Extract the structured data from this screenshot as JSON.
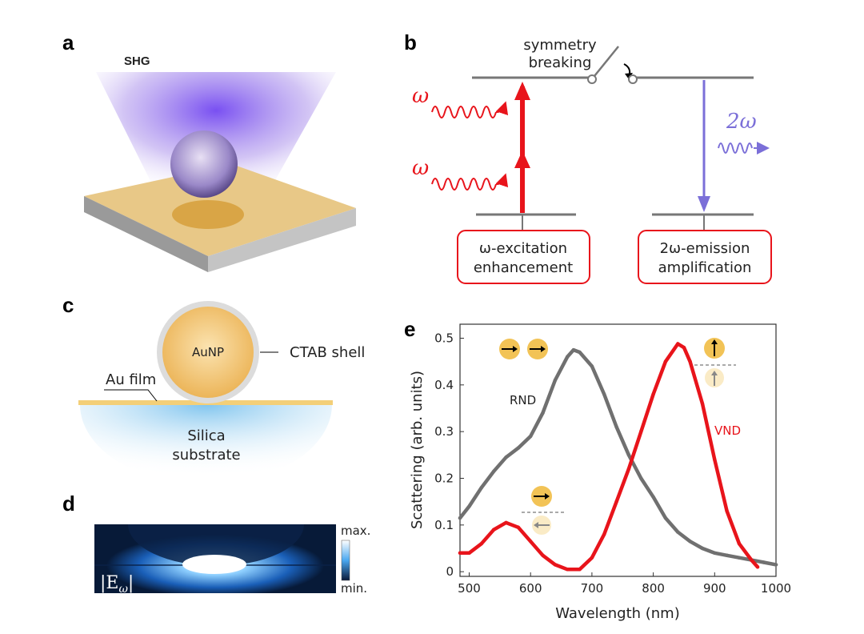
{
  "panels": {
    "a": {
      "label": "a",
      "shg": "SHG"
    },
    "b": {
      "label": "b",
      "symmetry_line1": "symmetry",
      "symmetry_line2": "breaking",
      "omega": "ω",
      "two_omega": "2ω",
      "box_left_line1": "ω-excitation",
      "box_left_line2": "enhancement",
      "box_right_line1": "2ω-emission",
      "box_right_line2": "amplification",
      "colors": {
        "excitation": "#e8141b",
        "emission": "#7b6fd8",
        "level": "#777777"
      }
    },
    "c": {
      "label": "c",
      "aunp": "AuNP",
      "ctab": "CTAB shell",
      "au_film": "Au film",
      "silica_line1": "Silica",
      "silica_line2": "substrate"
    },
    "d": {
      "label": "d",
      "field": "|E",
      "field_sub": "ω",
      "field_close": "|",
      "max": "max.",
      "min": "min."
    },
    "e": {
      "label": "e"
    }
  },
  "chart_data": {
    "type": "scatter",
    "xlabel": "Wavelength (nm)",
    "ylabel": "Scattering (arb. units)",
    "xlim": [
      485,
      1000
    ],
    "ylim": [
      -0.01,
      0.53
    ],
    "xticks": [
      500,
      600,
      700,
      800,
      900,
      1000
    ],
    "yticks": [
      0,
      0.1,
      0.2,
      0.3,
      0.4,
      0.5
    ],
    "series": [
      {
        "name": "RND",
        "color": "#707070",
        "x": [
          485,
          500,
          520,
          540,
          560,
          580,
          600,
          620,
          640,
          660,
          670,
          680,
          700,
          720,
          740,
          760,
          780,
          800,
          820,
          840,
          860,
          880,
          900,
          920,
          940,
          960,
          980,
          1000
        ],
        "y": [
          0.115,
          0.14,
          0.18,
          0.215,
          0.245,
          0.265,
          0.29,
          0.34,
          0.41,
          0.46,
          0.475,
          0.47,
          0.44,
          0.38,
          0.31,
          0.25,
          0.2,
          0.16,
          0.115,
          0.085,
          0.065,
          0.05,
          0.04,
          0.035,
          0.03,
          0.025,
          0.02,
          0.015
        ]
      },
      {
        "name": "VND",
        "color": "#e8141b",
        "x": [
          485,
          500,
          520,
          540,
          560,
          580,
          600,
          620,
          640,
          660,
          680,
          700,
          720,
          740,
          760,
          780,
          800,
          820,
          840,
          850,
          860,
          880,
          900,
          920,
          940,
          960,
          970
        ],
        "y": [
          0.04,
          0.04,
          0.06,
          0.09,
          0.105,
          0.095,
          0.065,
          0.035,
          0.015,
          0.005,
          0.005,
          0.03,
          0.08,
          0.15,
          0.22,
          0.3,
          0.38,
          0.45,
          0.488,
          0.48,
          0.45,
          0.36,
          0.24,
          0.13,
          0.06,
          0.025,
          0.01
        ]
      }
    ]
  }
}
